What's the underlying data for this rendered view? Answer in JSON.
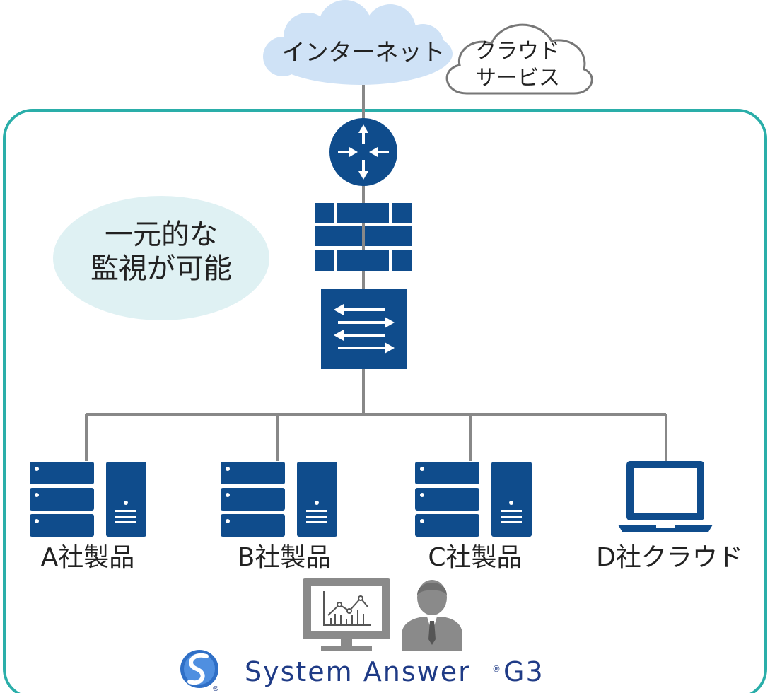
{
  "colors": {
    "cloud_internet": "#cfe2f6",
    "cloud_service_stroke": "#777777",
    "network_frame": "#2aaea9",
    "device": "#0f4c8c",
    "line": "#888888",
    "bubble": "#dff1f3",
    "monitor": "#8a8a8a",
    "logo": "#1f3b86"
  },
  "cloud": {
    "internet_label": "インターネット",
    "service_label_1": "クラウド",
    "service_label_2": "サービス"
  },
  "bubble": {
    "line1": "一元的な",
    "line2": "監視が可能"
  },
  "devices": {
    "router_icon": "router-icon",
    "firewall_icon": "firewall-icon",
    "switch_icon": "switch-icon"
  },
  "endpoints": [
    {
      "label": "A社製品",
      "icon": "server-icon"
    },
    {
      "label": "B社製品",
      "icon": "server-icon"
    },
    {
      "label": "C社製品",
      "icon": "server-icon"
    },
    {
      "label": "D社クラウド",
      "icon": "laptop-icon"
    }
  ],
  "logo": {
    "text": "System Answer",
    "suffix": "G3",
    "registered": "®"
  }
}
